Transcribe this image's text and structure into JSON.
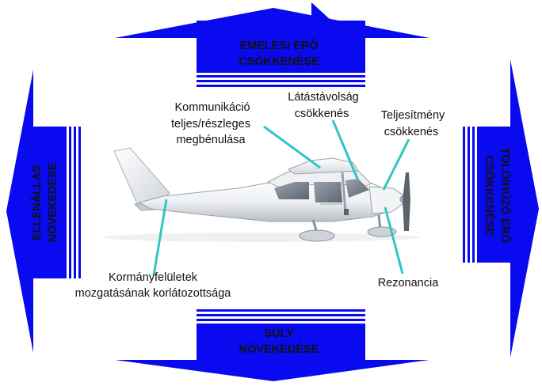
{
  "colors": {
    "arrow_fill": "#0a0af0",
    "stripe": "#0a0af0",
    "leader": "#33c4c4",
    "text": "#111111",
    "background": "#ffffff"
  },
  "arrows": {
    "top": {
      "line1": "EMELÉSI ERŐ",
      "line2": "CSÖKKENÉSE"
    },
    "bottom": {
      "line1": "SÚLY",
      "line2": "NÖVEKEDÉSE"
    },
    "left": {
      "line1": "ELLENÁLLÁS",
      "line2": "NÖVEKEDÉSE"
    },
    "right": {
      "line1": "TOLÓ/HÚZÓ ERŐ",
      "line2": "CSÖKKENÉSE"
    }
  },
  "labels": {
    "communication": [
      "Kommunikáció",
      "teljes/részleges",
      "megbénulása"
    ],
    "visibility": [
      "Látástávolság",
      "csökkenés"
    ],
    "performance": [
      "Teljesítmény",
      "csökkenés"
    ],
    "control_surfaces": [
      "Kormányfelületek",
      "mozgatásának korlátozottsága"
    ],
    "resonance": [
      "Rezonancia"
    ]
  },
  "illustration": {
    "subject": "airplane-illustration"
  }
}
